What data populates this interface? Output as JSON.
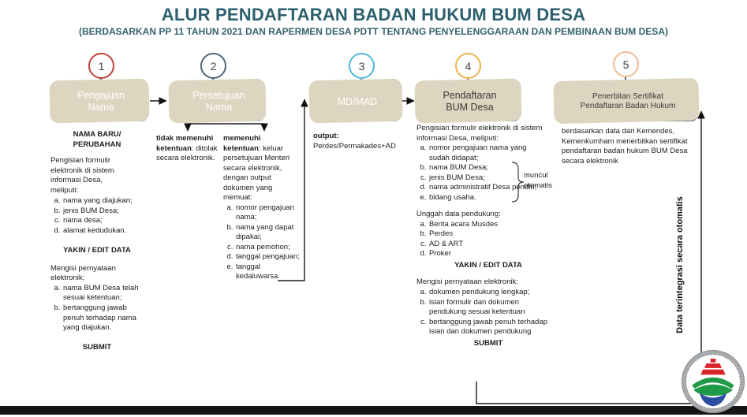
{
  "title": {
    "text": "ALUR PENDAFTARAN BADAN HUKUM BUM DESA",
    "color": "#2c5f6e"
  },
  "subtitle": {
    "text": "(BERDASARKAN PP 11 TAHUN 2021 DAN RAPERMEN DESA PDTT TENTANG PENYELENGGARAAN DAN PEMBINAAN BUM DESA)",
    "color": "#35626d"
  },
  "colors": {
    "beige_shadow": "#ddd5bf",
    "connector_line": "#1a1a1a",
    "footer_bar": "#151515"
  },
  "steps": [
    {
      "number": "1",
      "label": "Pengajuan Nama",
      "circle_border": "#c2403a",
      "box_bg": "#e8512b",
      "box_border": "#4f81bd",
      "box_text_color": "#ffffff",
      "detail": {
        "heading": "NAMA BARU/ PERUBAHAN",
        "p1": "Pengisian formulir elektronik di sistem informasi Desa, meliputi:",
        "list1": [
          "nama yang diajukan;",
          "jenis BUM Desa;",
          "nama desa;",
          "alamat kedudukan."
        ],
        "action1": "YAKIN / EDIT DATA",
        "p2": "Mengisi pernyataan elektronik:",
        "list2": [
          "nama BUM Desa telah sesuai ketentuan;",
          "bertanggung jawab penuh terhadap nama yang diajukan."
        ],
        "action2": "SUBMIT"
      }
    },
    {
      "number": "2",
      "label": "Persetujuan Nama",
      "circle_border": "#4e6577",
      "box_bg": "#54697c",
      "box_border": "#54697c",
      "box_text_color": "#ffffff",
      "detail": {
        "reject_lead": "tidak memenuhi ketentuan",
        "reject_rest": ": ditolak secara elektronik.",
        "accept_lead": "memenuhi ketentuan",
        "accept_rest": ": keluar persetujuan Menteri secara elektronik, dengan output dokumen yang memuat:",
        "list": [
          "nomor pengajuan nama;",
          "nama yang dapat dipakai;",
          "nama pemohon;",
          "tanggal pengajuan;",
          "tanggal kedaluwarsa."
        ]
      }
    },
    {
      "number": "3",
      "label": "MD/MAD",
      "circle_border": "#4cb9d9",
      "box_bg": "#3eb5cf",
      "box_border": "#56575b",
      "box_text_color": "#ffffff",
      "detail": {
        "output_label": "output:",
        "output_value": "Perdes/Permakades+AD"
      }
    },
    {
      "number": "4",
      "label": "Pendaftaran BUM Desa",
      "circle_border": "#eeb14c",
      "box_bg": "#eaa63c",
      "box_border": "#4e4f51",
      "box_text_color": "#3b3b3b",
      "detail": {
        "p1": "Pengisian formulir elektronik di sistem informasi Desa, meliputi:",
        "list1": [
          "nomor pengajuan nama yang sudah didapat;",
          "nama BUM Desa;",
          "jenis BUM Desa;",
          "nama administratif Desa pendiri;",
          "bidang usaha."
        ],
        "bracket_note": "muncul otomatis",
        "p2": "Unggah data pendukung:",
        "list2": [
          "Berita acara Musdes",
          "Perdes",
          "AD & ART",
          "Proker"
        ],
        "action1": "YAKIN / EDIT DATA",
        "p3": "Mengisi pernyataan elektronik:",
        "list3": [
          "dokumen pendukung lengkap;",
          "isian formulir dan dokumen pendukung sesuai ketentuan",
          "bertanggung jawab penuh terhadap isian dan dokumen pendukung"
        ],
        "action2": "SUBMIT"
      }
    },
    {
      "number": "5",
      "label": "Penerbitan Sertifikat Pendaftaran Badan Hukum",
      "circle_border": "#f3b991",
      "box_bg": "#f4b68d",
      "box_border": "#56575b",
      "box_text_color": "#3b3b3b",
      "detail": {
        "p": "berdasarkan data dari Kemendes, Kemenkumham menerbitkan sertifikat pendaftaran badan hukum BUM Desa secara elektronik"
      }
    }
  ],
  "side_note": "Data terintegrasi secara otomatis",
  "logo": {
    "name": "kemendes-pdtt-logo",
    "red": "#d8232a",
    "green": "#1f9b47",
    "blue": "#2b4ea2",
    "ring": "#a8abae"
  }
}
